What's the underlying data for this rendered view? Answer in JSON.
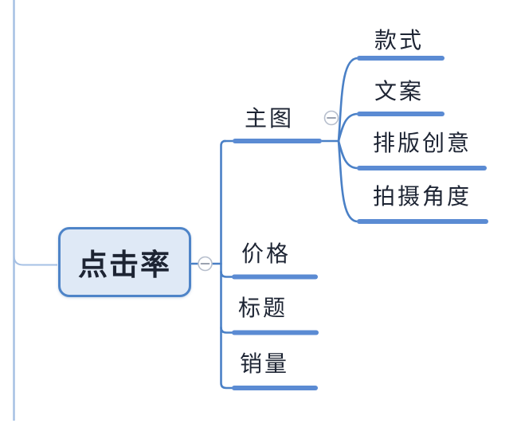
{
  "mindmap": {
    "root": {
      "label": "点击率"
    },
    "branches": [
      {
        "label": "主图",
        "children": [
          {
            "label": "款式"
          },
          {
            "label": "文案"
          },
          {
            "label": "排版创意"
          },
          {
            "label": "拍摄角度"
          }
        ]
      },
      {
        "label": "价格",
        "children": []
      },
      {
        "label": "标题",
        "children": []
      },
      {
        "label": "销量",
        "children": []
      }
    ],
    "collapse_buttons": [
      {
        "id": "root",
        "symbol": "−"
      },
      {
        "id": "main-image",
        "symbol": "−"
      }
    ],
    "colors": {
      "line_blue": "#5b8bd3",
      "trunk_blue": "#4a80c6",
      "left_trunk_blue": "#a6c0e4",
      "node_fill": "#dfe9f6",
      "node_border": "#4e84c8",
      "text_color": "#1d2433",
      "collapse_border": "#b7bfcd",
      "collapse_glyph": "#8d95a5",
      "background": "#ffffff"
    }
  }
}
